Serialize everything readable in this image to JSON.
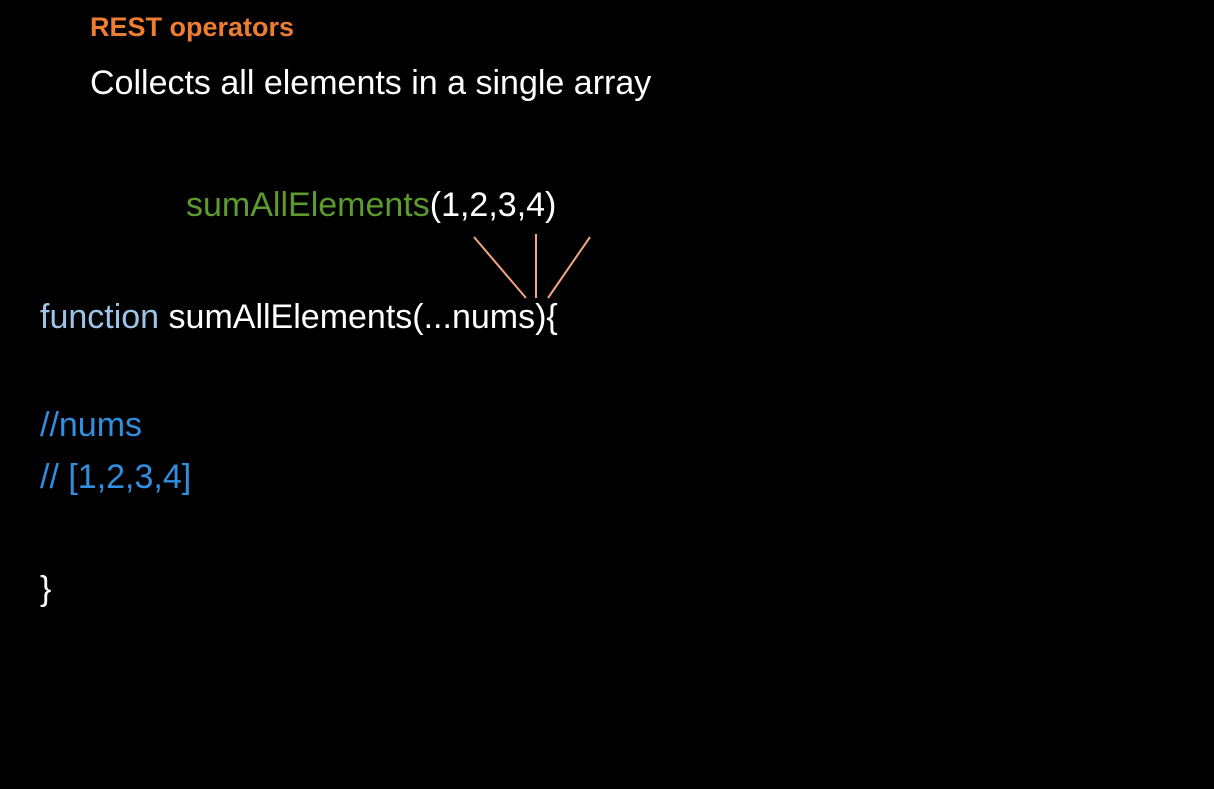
{
  "slide": {
    "title": "REST operators",
    "subtitle": "Collects all elements in a single array",
    "call": {
      "function_name": "sumAllElements",
      "args": "(1,2,3,4)"
    },
    "definition": {
      "keyword": "function",
      "signature": " sumAllElements(...nums){"
    },
    "comments": [
      "//nums",
      "// [1,2,3,4]"
    ],
    "closing_brace": "}"
  },
  "colors": {
    "background": "#000000",
    "title": "#ed7d31",
    "text": "#ffffff",
    "function_call": "#5e9b2f",
    "keyword": "#9dc3e6",
    "comment": "#2f8fe0",
    "connector": "#f4a582"
  }
}
